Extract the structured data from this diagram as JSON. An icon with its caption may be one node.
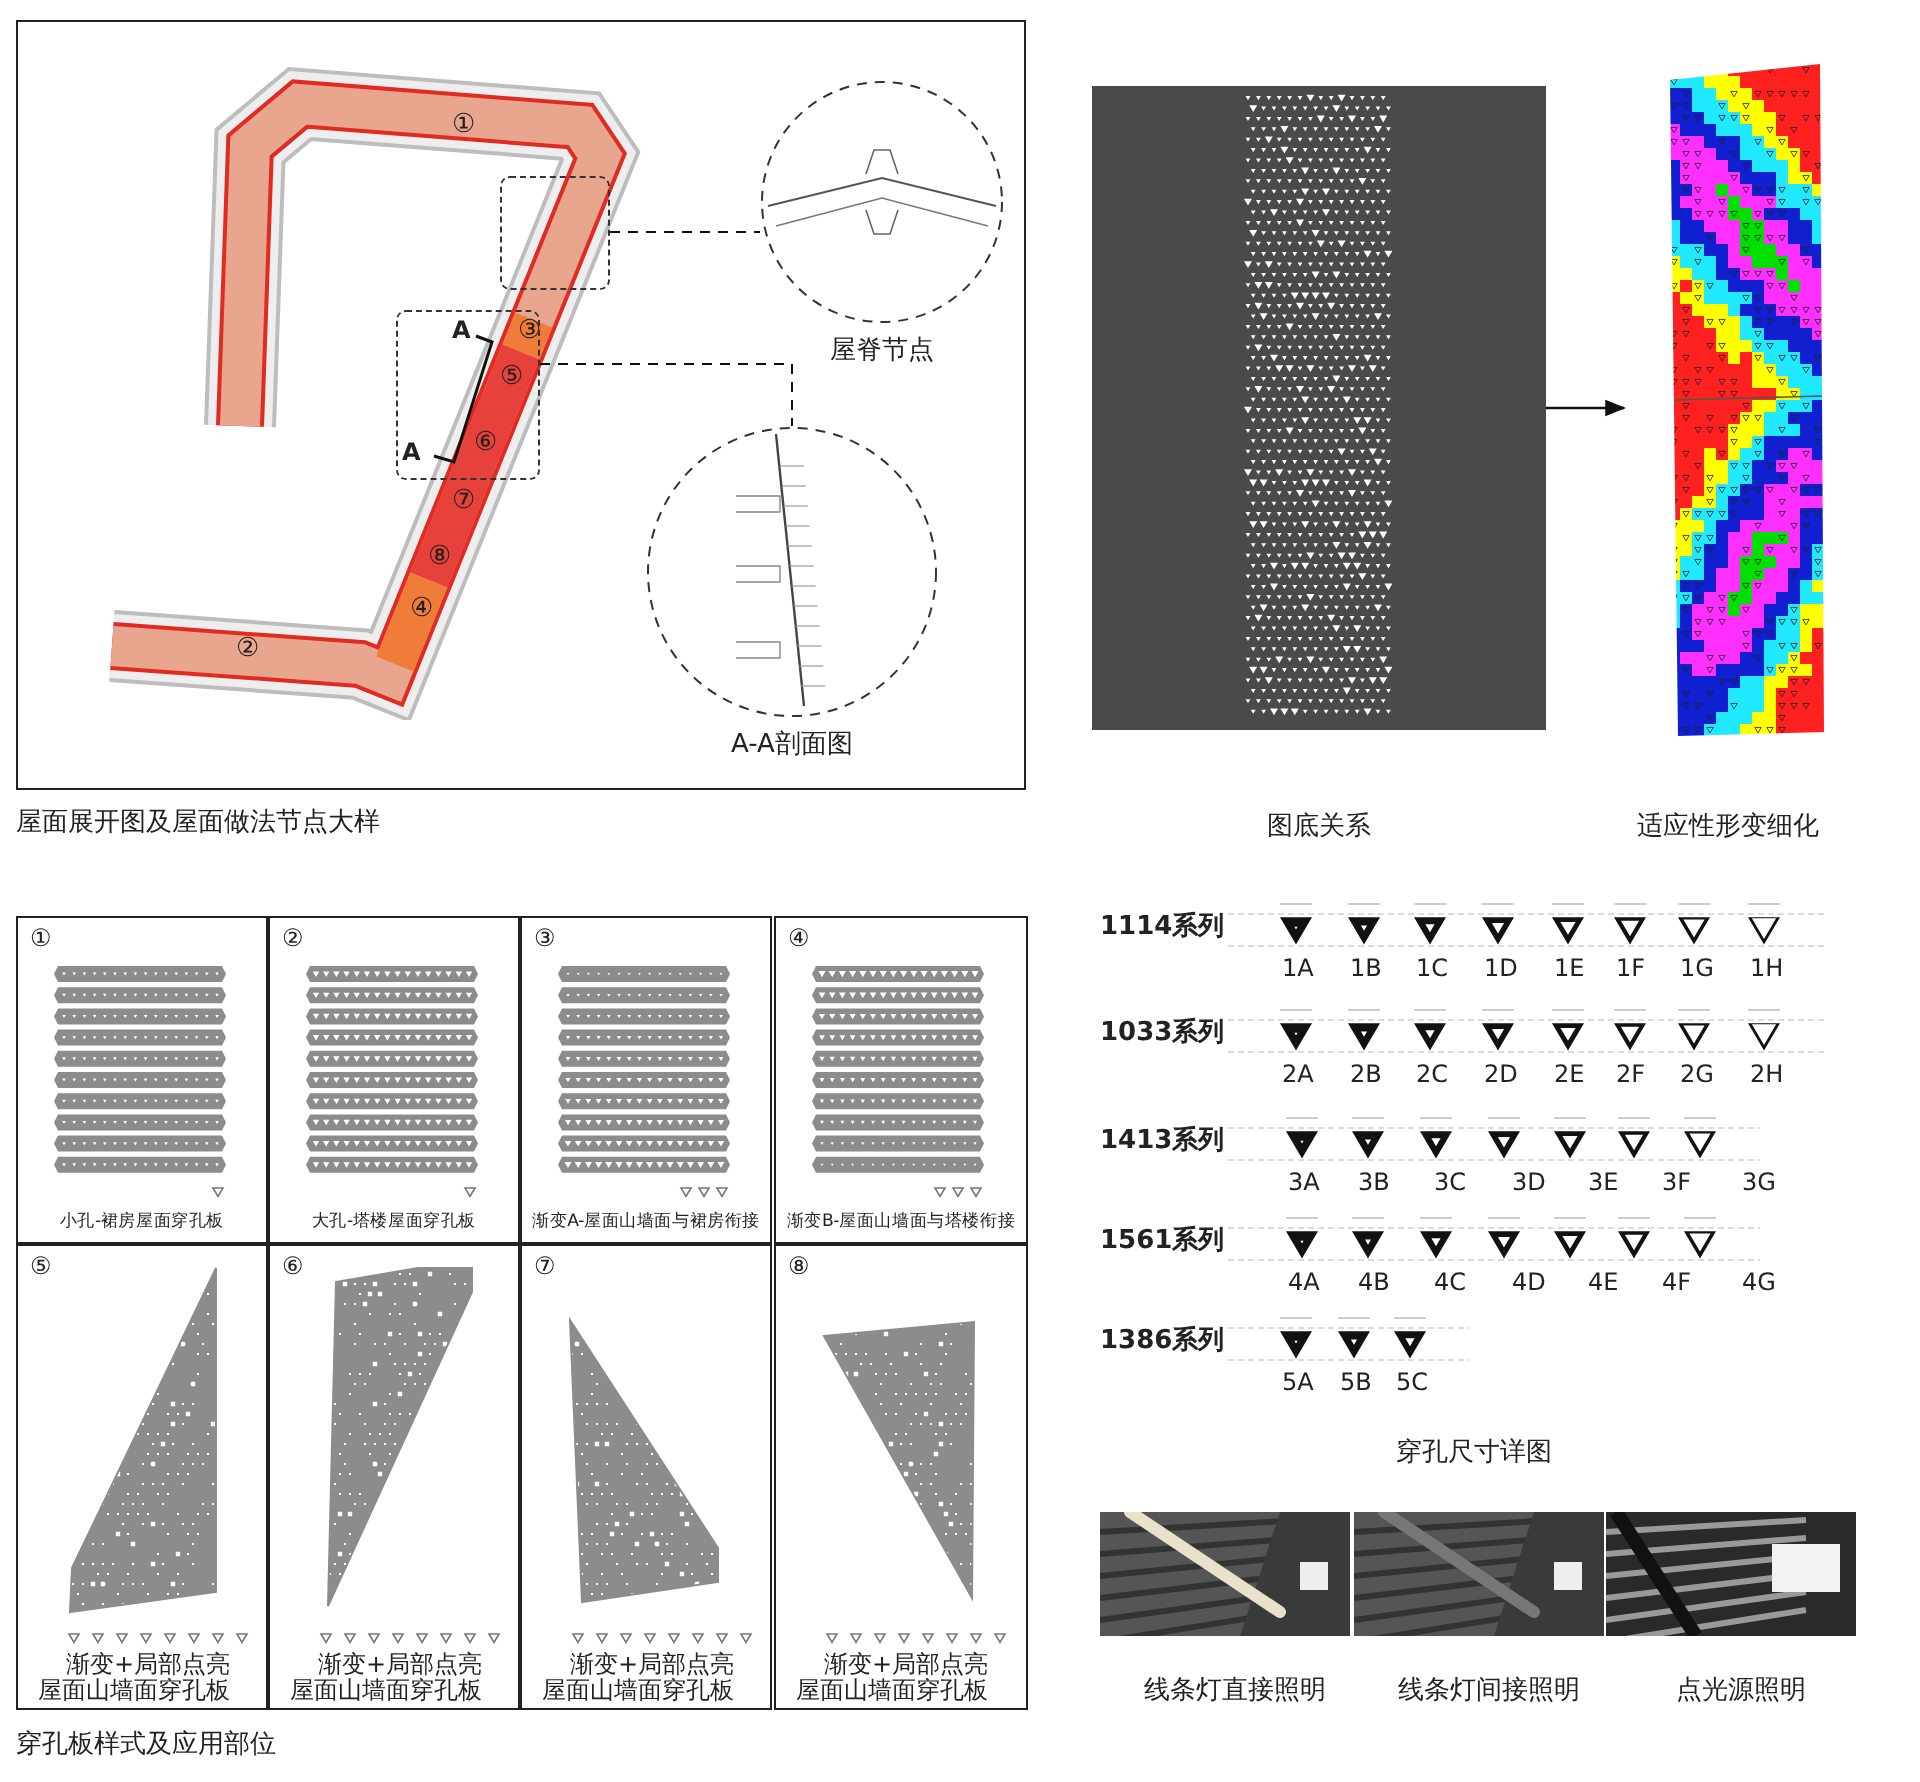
{
  "diagram": {
    "nodes": [
      {
        "text": [],
        "shape": "box"
      },
      {
        "text": [
          "屋脊节点"
        ]
      },
      {
        "text": [],
        "shape": "box"
      },
      {
        "text": [
          "A-A剖面图"
        ]
      },
      {
        "text": [
          "图底关系"
        ]
      },
      {
        "text": [
          "适应性形变细化"
        ]
      },
      {
        "text": [
          "①",
          "小孔-裙房屋面穿孔板"
        ]
      },
      {
        "text": [
          "②",
          "大孔-塔楼屋面穿孔板"
        ]
      },
      {
        "text": [
          "③",
          "渐变A-屋面山墙面与裙房衔接"
        ]
      },
      {
        "text": [
          "④",
          "渐变B-屋面山墙面与塔楼衔接"
        ]
      },
      {
        "text": [
          "⑤",
          "渐变+局部点亮屋面山墙面穿孔板"
        ]
      },
      {
        "text": [
          "⑥",
          "渐变+局部点亮屋面山墙面穿孔板"
        ]
      },
      {
        "text": [
          "⑦",
          "渐变+局部点亮屋面山墙面穿孔板"
        ]
      },
      {
        "text": [
          "⑧",
          "渐变+局部点亮屋面山墙面穿孔板"
        ]
      }
    ],
    "edges": [
      {
        "from": 0,
        "to": 1,
        "arrow": "none",
        "style": "dashed"
      },
      {
        "from": 2,
        "to": 3,
        "arrow": "none",
        "style": "dashed"
      },
      {
        "from": 4,
        "to": 5,
        "arrow": "to"
      }
    ],
    "labels": [
      "①",
      "③",
      "⑤",
      "⑥",
      "⑦",
      "⑧",
      "④",
      "②",
      "A",
      "A",
      "屋面展开图及屋面做法节点大样",
      "1114系列",
      "1A",
      "1B",
      "1C",
      "1D",
      "1E",
      "1F",
      "1G",
      "1H",
      "1033系列",
      "2A",
      "2B",
      "2C",
      "2D",
      "2E",
      "2F",
      "2G",
      "2H",
      "1413系列",
      "3A",
      "3B",
      "3C",
      "3D",
      "3E",
      "3F",
      "3G",
      "1561系列",
      "4A",
      "4B",
      "4C",
      "4D",
      "4E",
      "4F",
      "4G",
      "1386系列",
      "5A",
      "5B",
      "5C",
      "穿孔尺寸详图",
      "线条灯直接照明",
      "线条灯间接照明",
      "点光源照明",
      "穿孔板样式及应用部位"
    ]
  }
}
